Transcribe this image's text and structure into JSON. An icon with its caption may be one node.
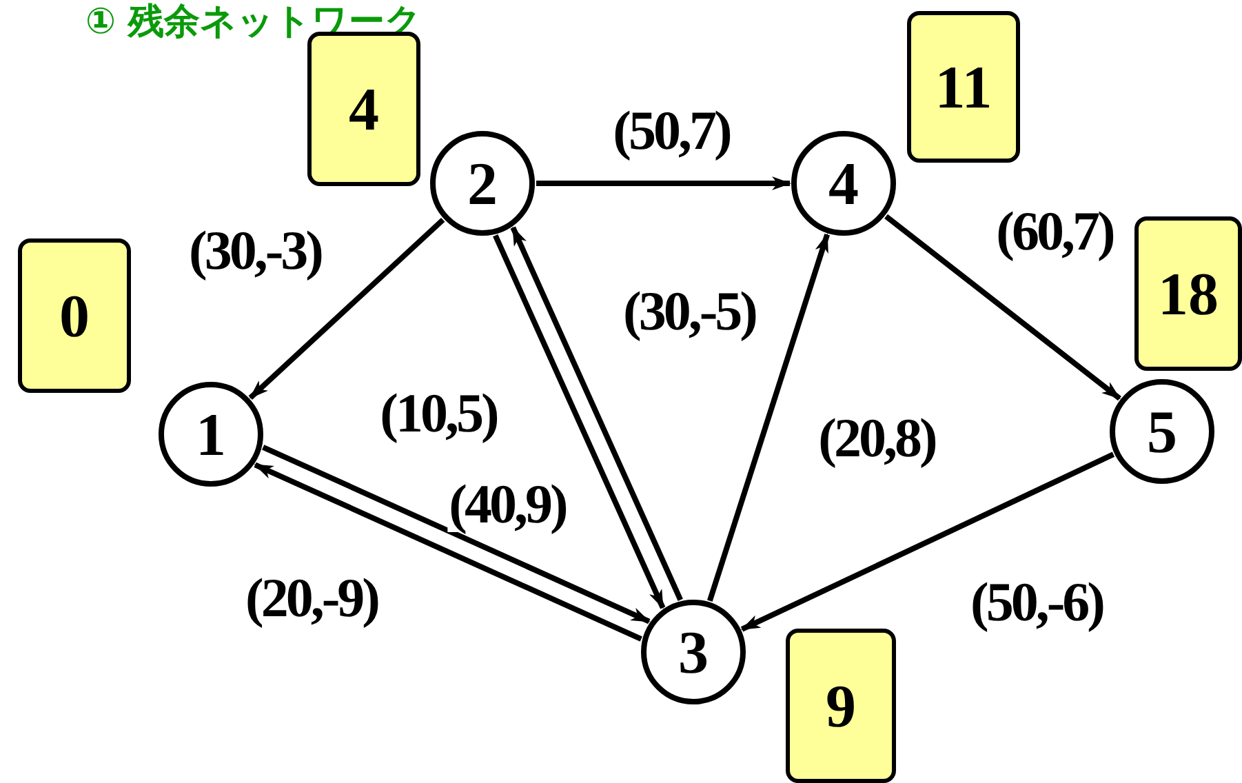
{
  "diagram": {
    "title": "① 残余ネットワーク",
    "nodes": [
      {
        "text": [
          "1"
        ]
      },
      {
        "text": [
          "2"
        ]
      },
      {
        "text": [
          "3"
        ]
      },
      {
        "text": [
          "4"
        ]
      },
      {
        "text": [
          "5"
        ]
      },
      {
        "text": [
          "0"
        ]
      },
      {
        "text": [
          "4"
        ]
      },
      {
        "text": [
          "11"
        ]
      },
      {
        "text": [
          "18"
        ]
      },
      {
        "text": [
          "9"
        ]
      }
    ],
    "edges": [
      {
        "from": 1,
        "to": 0,
        "arrow": "to",
        "label": "(30,-3)"
      },
      {
        "from": 1,
        "to": 3,
        "arrow": "to",
        "label": "(50,7)"
      },
      {
        "from": 3,
        "to": 4,
        "arrow": "to",
        "label": "(60,7)"
      },
      {
        "from": 1,
        "to": 2,
        "arrow": "to",
        "label": "(10,5)"
      },
      {
        "from": 0,
        "to": 2,
        "arrow": "to",
        "label": "(40,9)"
      },
      {
        "from": 2,
        "to": 1,
        "arrow": "to",
        "label": "(30,-5)"
      },
      {
        "from": 2,
        "to": 3,
        "arrow": "to",
        "label": "(20,8)"
      },
      {
        "from": 2,
        "to": 0,
        "arrow": "to",
        "label": "(20,-9)"
      },
      {
        "from": 4,
        "to": 2,
        "arrow": "to",
        "label": "(50,-6)"
      }
    ]
  }
}
